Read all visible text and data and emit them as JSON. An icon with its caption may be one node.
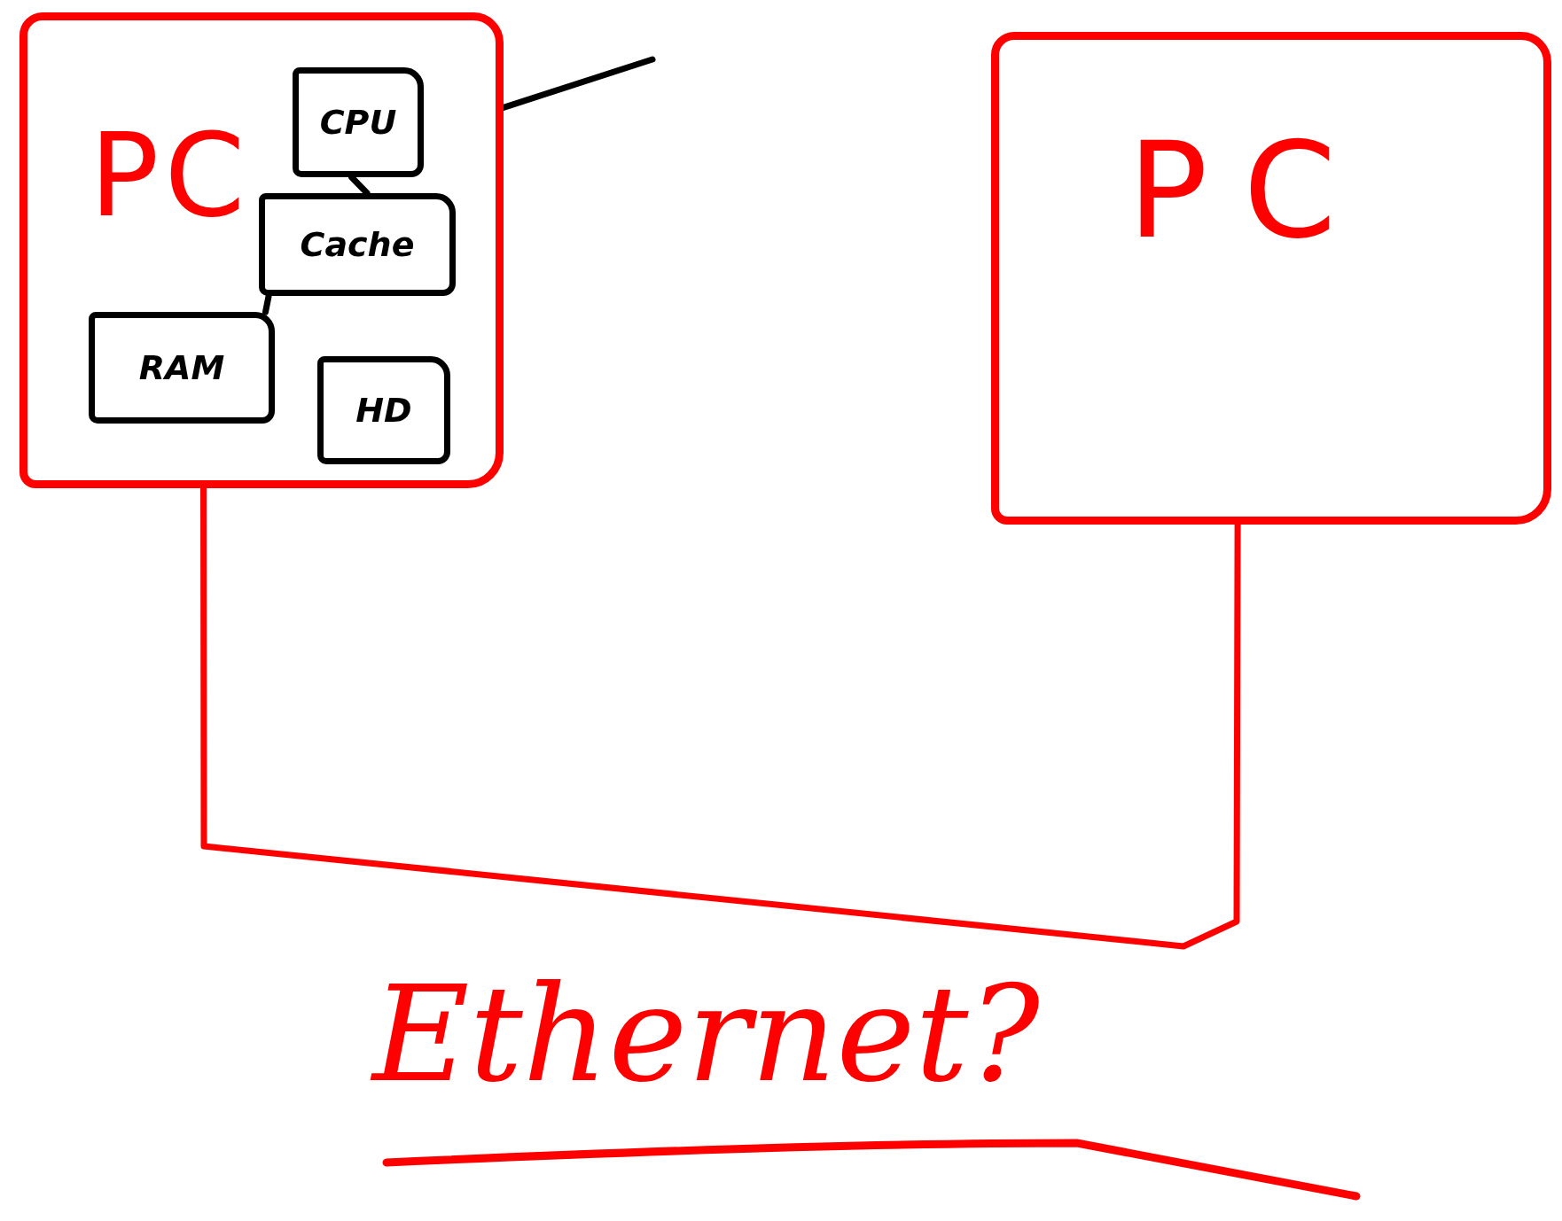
{
  "diagram": {
    "nodes": [
      {
        "text": [
          "PC"
        ]
      },
      {
        "text": [
          "CPU"
        ],
        "in": 0
      },
      {
        "text": [
          "Cache"
        ],
        "in": 0
      },
      {
        "text": [
          "RAM"
        ],
        "in": 0
      },
      {
        "text": [
          "HD"
        ],
        "in": 0
      },
      {
        "text": [
          "PC"
        ]
      }
    ],
    "edges": [
      {
        "from": 1,
        "to": 2,
        "arrow": "none"
      },
      {
        "from": 2,
        "to": 3,
        "arrow": "none"
      },
      {
        "from": 0,
        "to": 5,
        "arrow": "none",
        "label": "Ethernet?",
        "color": "#ff0000"
      },
      {
        "from": 0,
        "to": null,
        "arrow": "none"
      }
    ]
  }
}
